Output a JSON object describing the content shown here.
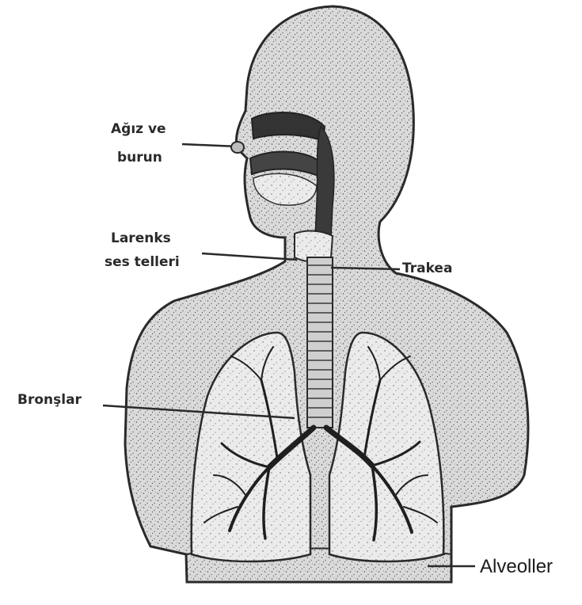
{
  "labels": {
    "mouth_nose_line1": "Ağız ve",
    "mouth_nose_line2": "burun",
    "larynx_line1": "Larenks",
    "larynx_line2": "ses telleri",
    "trachea": "Trakea",
    "bronchi": "Bronşlar",
    "alveoli": "Alveoller"
  },
  "colors": {
    "ink": "#2a2a2a",
    "body_fill": "#dcdcdc",
    "lung_fill": "#ececec",
    "speckle": "#555555"
  }
}
